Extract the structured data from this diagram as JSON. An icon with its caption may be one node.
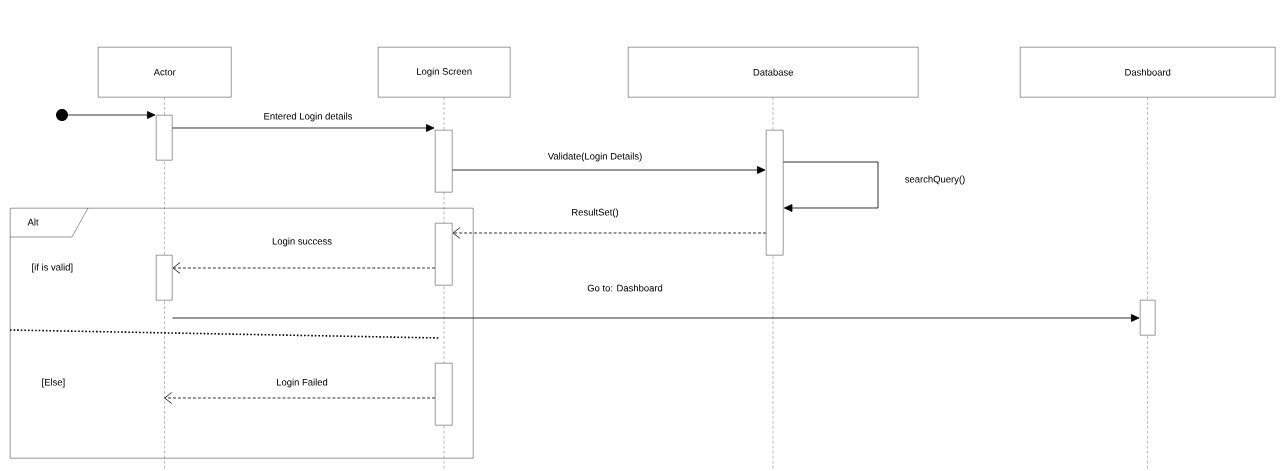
{
  "diagram": {
    "nodes": [
      {
        "text": [
          "Actor"
        ]
      },
      {
        "text": [
          "Login Screen"
        ]
      },
      {
        "text": [
          "Database"
        ]
      },
      {
        "text": [
          "Dashboard"
        ]
      },
      {
        "text": [
          "Alt",
          "[if is valid]",
          "[Else]"
        ]
      },
      {
        "text": [],
        "shape": "circle"
      },
      {
        "text": [],
        "shape": "bar"
      },
      {
        "text": [],
        "shape": "bar"
      },
      {
        "text": [],
        "shape": "bar"
      },
      {
        "text": [],
        "shape": "bar",
        "in": 4
      },
      {
        "text": [],
        "shape": "bar",
        "in": 4
      },
      {
        "text": [],
        "shape": "bar"
      },
      {
        "text": [],
        "shape": "bar",
        "in": 4
      }
    ],
    "edges": [
      {
        "from": 5,
        "to": 6,
        "arrow": "to"
      },
      {
        "from": 6,
        "to": 7,
        "arrow": "to",
        "label": "Entered Login details"
      },
      {
        "from": 7,
        "to": 8,
        "arrow": "to",
        "label": "Validate(Login Details)"
      },
      {
        "from": 8,
        "to": 8,
        "arrow": "to",
        "label": "searchQuery()"
      },
      {
        "from": 8,
        "to": 9,
        "arrow": "to",
        "label": "ResultSet()",
        "style": "dashed"
      },
      {
        "from": 9,
        "to": 10,
        "arrow": "to",
        "label": "Login success",
        "style": "dashed"
      },
      {
        "from": 10,
        "to": 11,
        "arrow": "to",
        "label": "Go to: Dashboard"
      },
      {
        "from": 12,
        "to": null,
        "arrow": "to",
        "label": "Login Failed",
        "style": "dashed"
      }
    ]
  }
}
